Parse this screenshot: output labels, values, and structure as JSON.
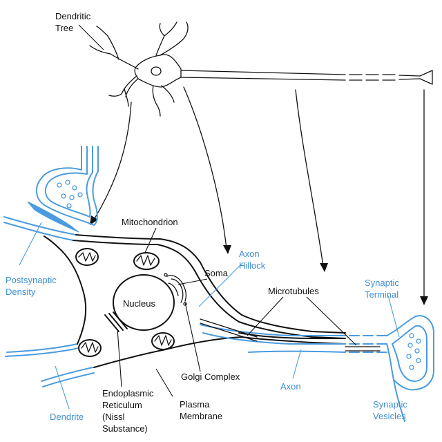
{
  "diagram": {
    "labels": {
      "dendritic_tree": [
        "Dendritic",
        "Tree"
      ],
      "mitochondrion": "Mitochondrion",
      "axon_hillock": [
        "Axon",
        "Hillock"
      ],
      "soma": "Soma",
      "postsynaptic_density": [
        "Postsynaptic",
        "Density"
      ],
      "nucleus": "Nucleus",
      "microtubules": "Microtubules",
      "synaptic_terminal": [
        "Synaptic",
        "Terminal"
      ],
      "golgi_complex": "Golgi Complex",
      "endoplasmic_reticulum": [
        "Endoplasmic",
        "Reticulum",
        "(Nissl",
        "Substance)"
      ],
      "plasma_membrane": [
        "Plasma",
        "Membrane"
      ],
      "axon": "Axon",
      "dendrite": "Dendrite",
      "synaptic_vesicles": [
        "Synaptic",
        "Vesicles"
      ]
    },
    "colors": {
      "ink": "#111111",
      "accent": "#4a9be0",
      "accent_text": "#3f8fd2",
      "background": "#ffffff"
    }
  }
}
